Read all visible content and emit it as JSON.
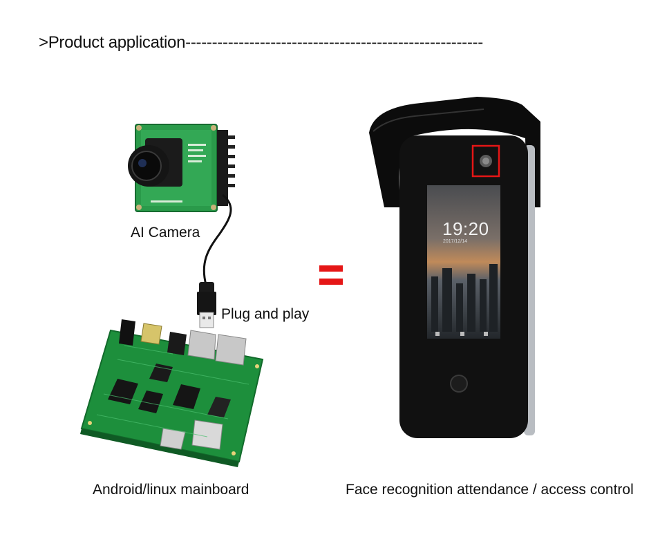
{
  "heading": {
    "title": ">Product application",
    "dashes": "--------------------------------------------------------"
  },
  "labels": {
    "camera": "AI Camera",
    "plug": "Plug and play",
    "board": "Android/linux mainboard",
    "device": "Face recognition attendance / access control"
  },
  "screen": {
    "time": "19:20",
    "date": "2017/12/14"
  },
  "colors": {
    "accent": "#e51616",
    "pcb": "#1f8f3a",
    "device_body": "#111111"
  },
  "icons": [
    "ai-camera-module",
    "usb-plug",
    "mainboard",
    "equals-sign",
    "face-recognition-terminal"
  ]
}
